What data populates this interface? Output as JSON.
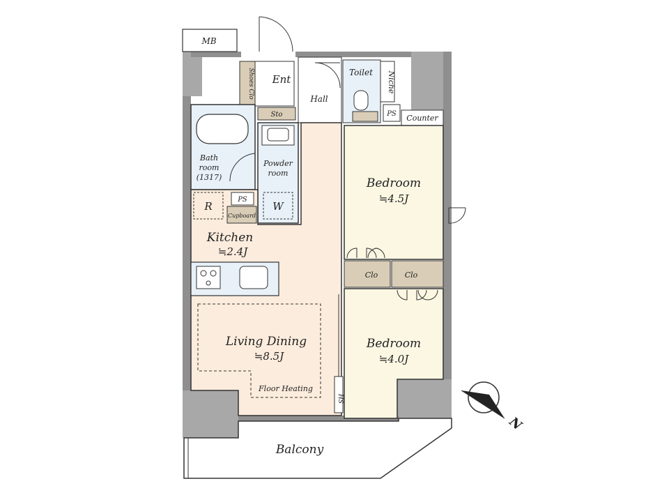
{
  "labels": {
    "mb": "MB",
    "shoes_clo": "Shoes Clo",
    "ent": "Ent",
    "hall": "Hall",
    "toilet": "Toilet",
    "niche": "Niche",
    "sto": "Sto",
    "ps_top": "PS",
    "counter": "Counter",
    "bath_line1": "Bath",
    "bath_line2": "room",
    "bath_line3": "(1317)",
    "powder_line1": "Powder",
    "powder_line2": "room",
    "w": "W",
    "r": "R",
    "ps_kitchen": "PS",
    "cupboard": "Cupboard",
    "kitchen": "Kitchen",
    "kitchen_area": "≒2.4J",
    "bedroom1": "Bedroom",
    "bedroom1_area": "≒4.5J",
    "clo1": "Clo",
    "clo2": "Clo",
    "bedroom2": "Bedroom",
    "bedroom2_area": "≒4.0J",
    "living": "Living Dining",
    "living_area": "≒8.5J",
    "floor_heating": "Floor Heating",
    "hs": "HS",
    "balcony": "Balcony",
    "north": "N"
  },
  "colors": {
    "wall": "#8f8f8f",
    "wall_dark": "#7a7a7a",
    "pillar": "#a8a8a8",
    "bedroom_fill": "#fbf7e3",
    "living_fill": "#fcecdd",
    "wet_fill": "#e8f1f8",
    "storage_fill": "#d9cdb7",
    "white": "#ffffff",
    "line": "#333333"
  }
}
